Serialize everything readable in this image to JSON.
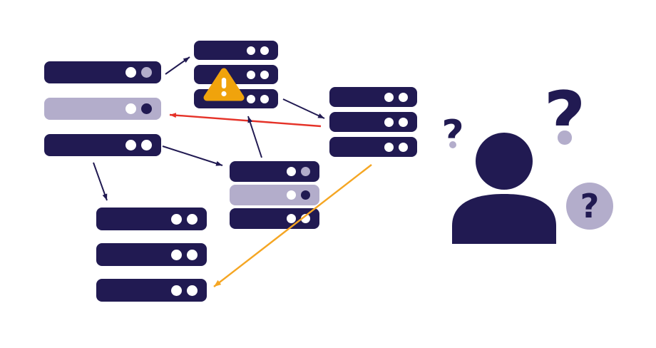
{
  "palette": {
    "navy": "#211a52",
    "lavender": "#b3adcb",
    "amber": "#f0a30c",
    "red": "#e53228",
    "orange": "#f5a623",
    "white": "#ffffff",
    "background": "#ffffff"
  },
  "stacks": [
    {
      "name": "server-stack-top-left",
      "bars": [
        {
          "color": "navy",
          "dots": [
            "white",
            "lavender"
          ]
        },
        {
          "color": "lavender",
          "dots": [
            "white",
            "navy"
          ]
        },
        {
          "color": "navy",
          "dots": [
            "white",
            "white"
          ]
        }
      ]
    },
    {
      "name": "server-stack-top-middle",
      "warning": true,
      "bars": [
        {
          "color": "navy",
          "dots": [
            "white",
            "white"
          ]
        },
        {
          "color": "navy",
          "dots": [
            "white",
            "white"
          ]
        },
        {
          "color": "navy",
          "dots": [
            "white",
            "white"
          ]
        }
      ]
    },
    {
      "name": "server-stack-right",
      "bars": [
        {
          "color": "navy",
          "dots": [
            "white",
            "white"
          ]
        },
        {
          "color": "navy",
          "dots": [
            "white",
            "white"
          ]
        },
        {
          "color": "navy",
          "dots": [
            "white",
            "white"
          ]
        }
      ]
    },
    {
      "name": "server-stack-center",
      "bars": [
        {
          "color": "navy",
          "dots": [
            "white",
            "lavender"
          ]
        },
        {
          "color": "lavender",
          "dots": [
            "white",
            "navy"
          ]
        },
        {
          "color": "navy",
          "dots": [
            "white",
            "white"
          ]
        }
      ]
    },
    {
      "name": "server-stack-bottom-left",
      "bars": [
        {
          "color": "navy",
          "dots": [
            "white",
            "white"
          ]
        },
        {
          "color": "navy",
          "dots": [
            "white",
            "white"
          ]
        },
        {
          "color": "navy",
          "dots": [
            "white",
            "white"
          ]
        }
      ]
    }
  ],
  "warning": {
    "icon": "warning-triangle-icon",
    "glyph": "!",
    "color": "amber"
  },
  "arrows": [
    {
      "name": "arrow-topleft-to-topmiddle",
      "color": "navy"
    },
    {
      "name": "arrow-topmiddle-to-right",
      "color": "navy"
    },
    {
      "name": "arrow-right-to-lavender-server",
      "color": "red"
    },
    {
      "name": "arrow-center-to-topmiddle",
      "color": "navy"
    },
    {
      "name": "arrow-topleft-to-center",
      "color": "navy"
    },
    {
      "name": "arrow-topleft-to-bottomleft",
      "color": "navy"
    },
    {
      "name": "arrow-right-to-bottomleft",
      "color": "orange"
    }
  ],
  "person": {
    "icon": "person-icon",
    "color": "navy"
  },
  "question_marks": [
    {
      "name": "question-mark-small",
      "glyph": "?",
      "color": "navy",
      "dot_color": "lavender"
    },
    {
      "name": "question-mark-large",
      "glyph": "?",
      "color": "navy",
      "dot_color": "lavender"
    },
    {
      "name": "question-mark-circled",
      "glyph": "?",
      "color": "navy",
      "circle_color": "lavender"
    }
  ]
}
